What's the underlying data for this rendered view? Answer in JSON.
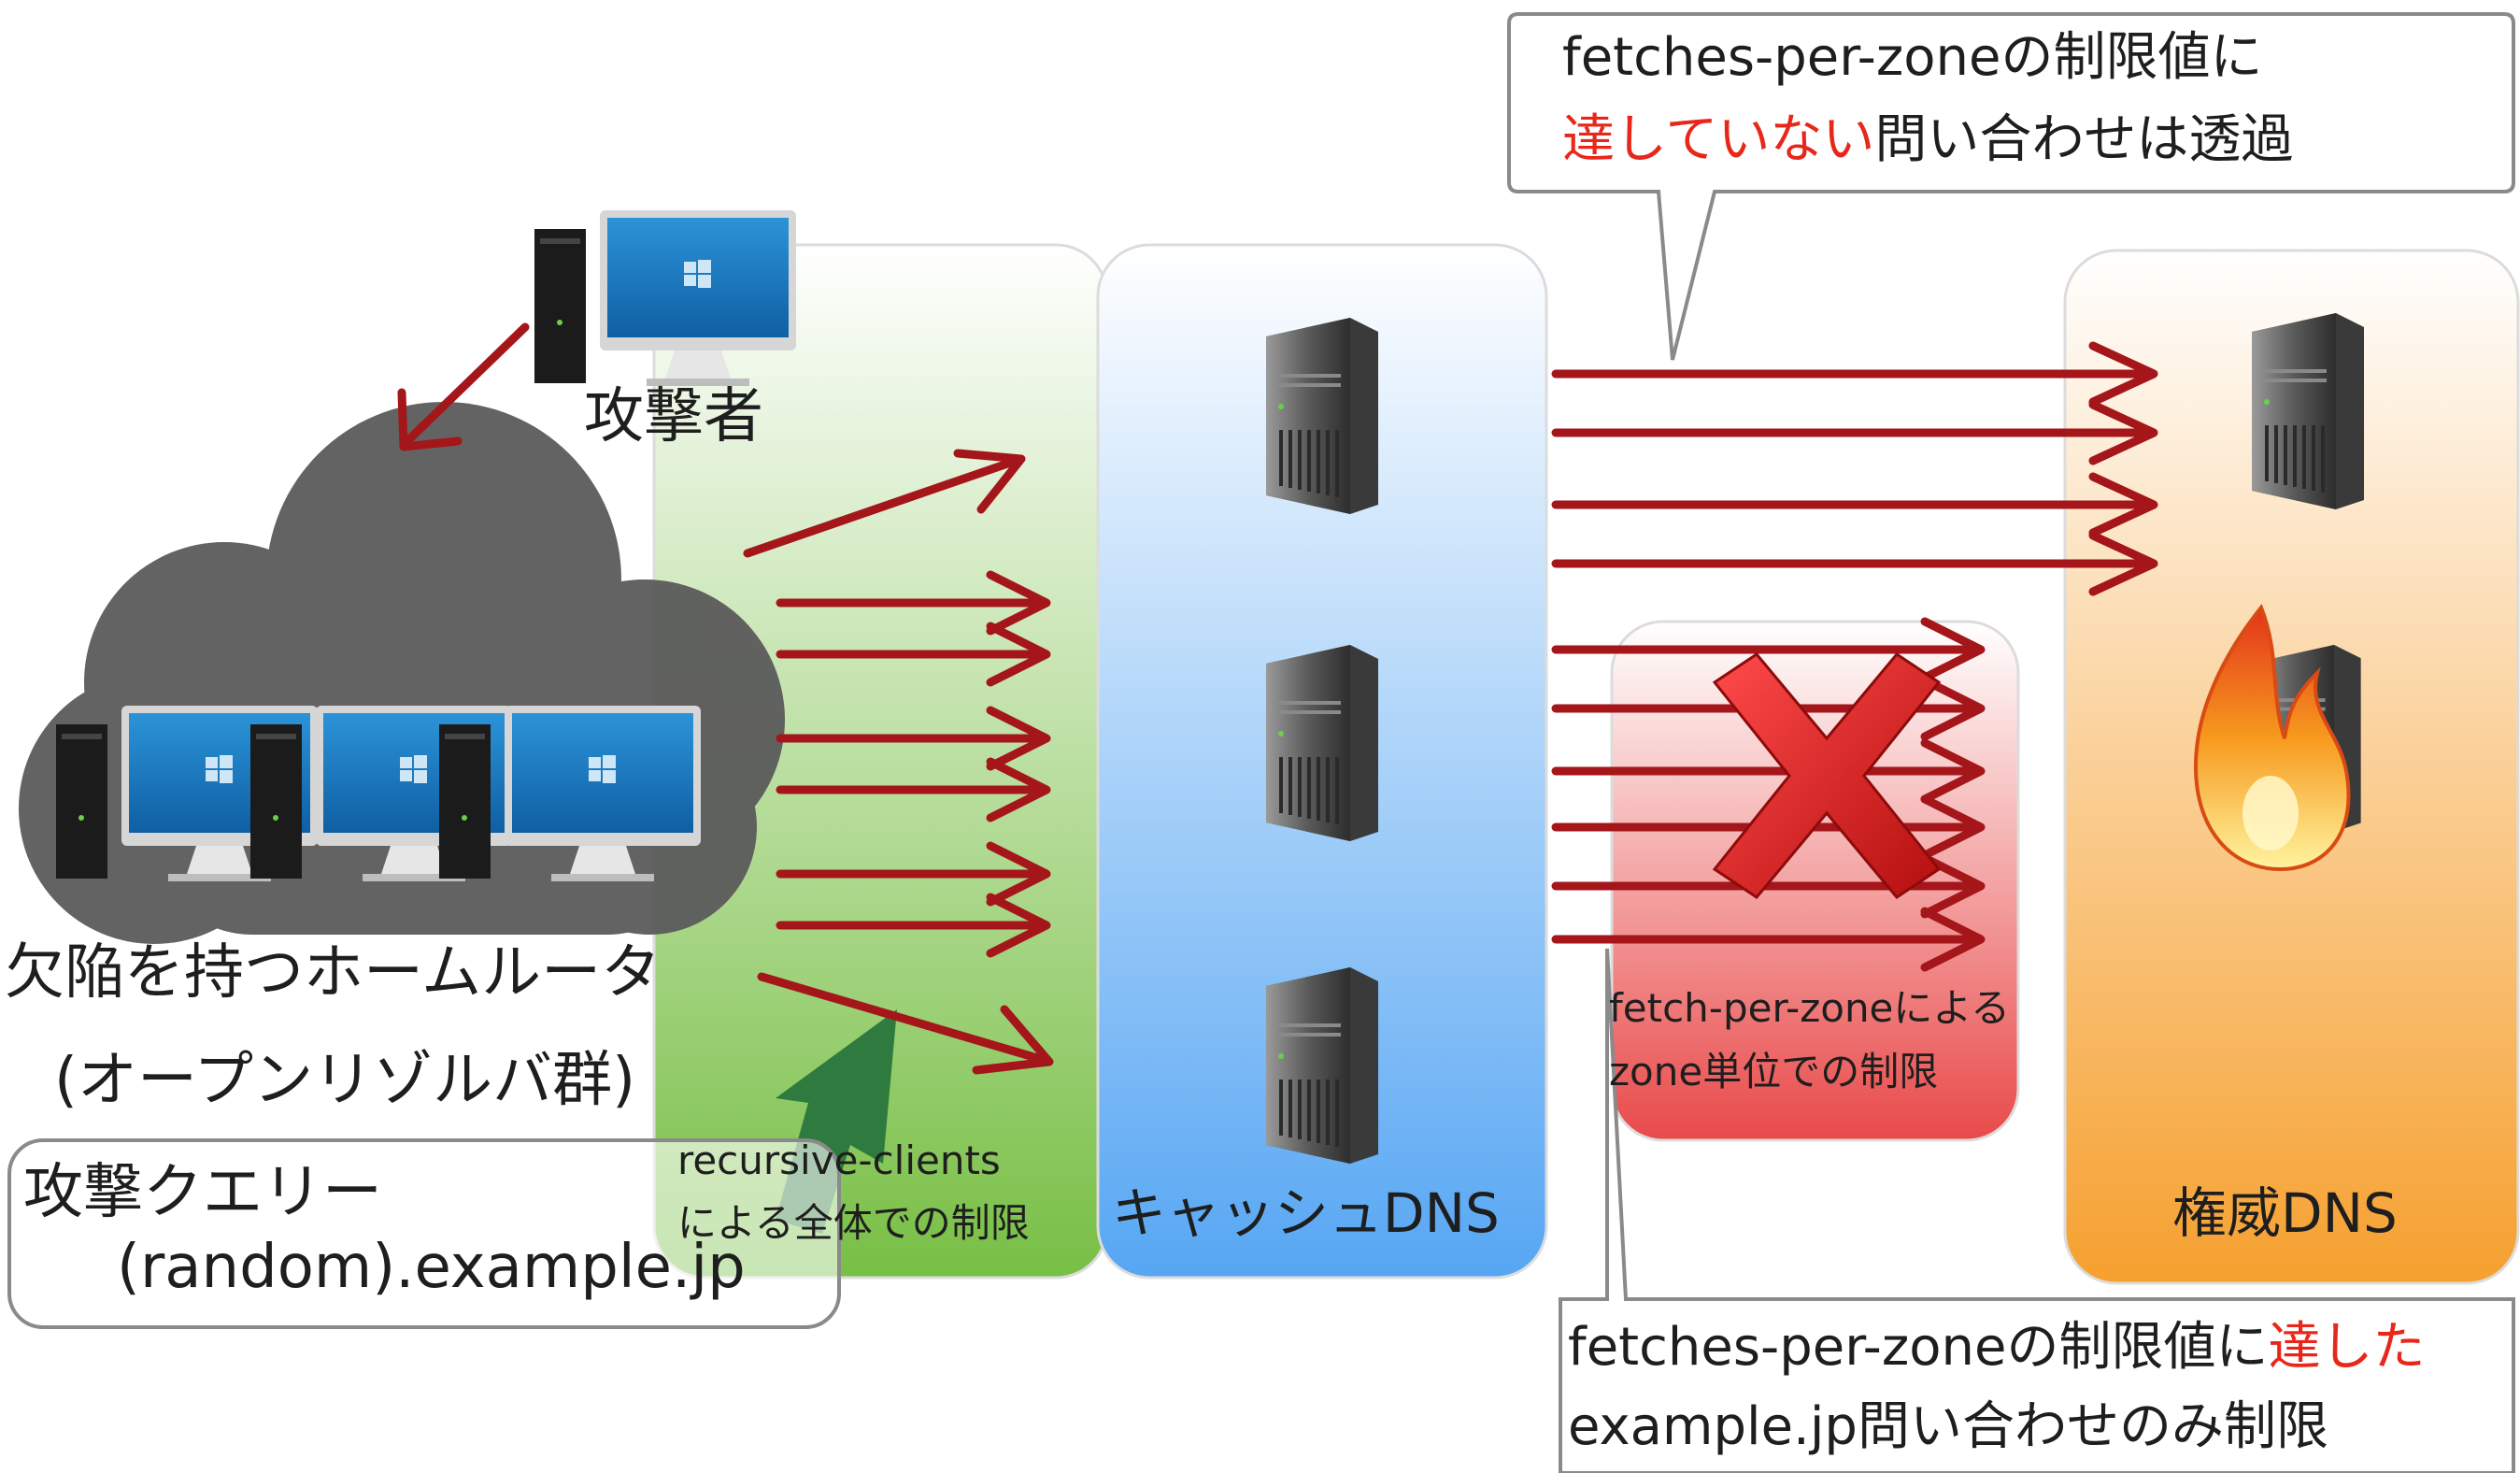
{
  "labels": {
    "attacker": "攻撃者",
    "home_router_line1": "欠陥を持つホームルータ",
    "home_router_line2": "(オープンリゾルバ群)",
    "attack_query_line1": "攻撃クエリー",
    "attack_query_line2": "(random).example.jp",
    "recursive_clients_line1": "recursive-clients",
    "recursive_clients_line2": "による全体での制限",
    "cache_dns": "キャッシュDNS",
    "auth_dns": "権威DNS",
    "fetch_zone_line1": "fetch-per-zoneによる",
    "fetch_zone_line2": "zone単位での制限"
  },
  "callout_top": {
    "line1": "fetches-per-zoneの制限値に",
    "line2_red": "達していない",
    "line2_rest": "問い合わせは透過"
  },
  "callout_bottom": {
    "line1_pre": "fetches-per-zoneの制限値に",
    "line1_red": "達した",
    "line2": "example.jp問い合わせのみ制限"
  },
  "colors": {
    "arrow": "#a4161a",
    "accent_red": "#e8271a",
    "panel_green": "#7cc14a",
    "panel_blue": "#5aaaf5",
    "panel_red": "#ea5050",
    "panel_orange": "#f7a33a",
    "cloud": "#5f5f5f",
    "monitor_screen": "#1e7fc6",
    "cross": "#e21f1f"
  },
  "icons": [
    "desktop-computer-icon",
    "cloud-icon",
    "server-icon",
    "fire-icon",
    "cross-icon",
    "arrow-icon"
  ]
}
